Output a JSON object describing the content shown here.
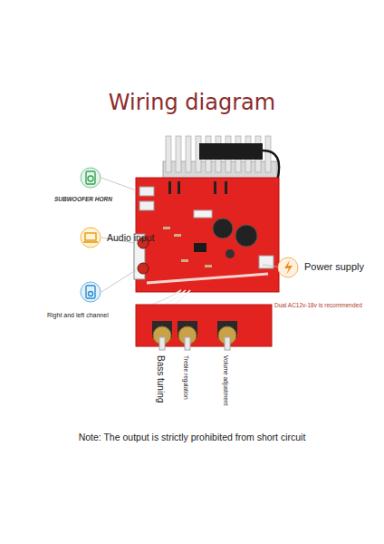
{
  "diagram": {
    "title": "Wiring diagram",
    "labels": [
      "SUBWOOFER HORN",
      "Audio input",
      "Power supply",
      "Right and left channel",
      "Dual AC12v-18v is recommended",
      "Bass tuning",
      "Treble regulation",
      "Volume adjustment",
      "Note: The output is strictly prohibited from short circuit"
    ]
  }
}
